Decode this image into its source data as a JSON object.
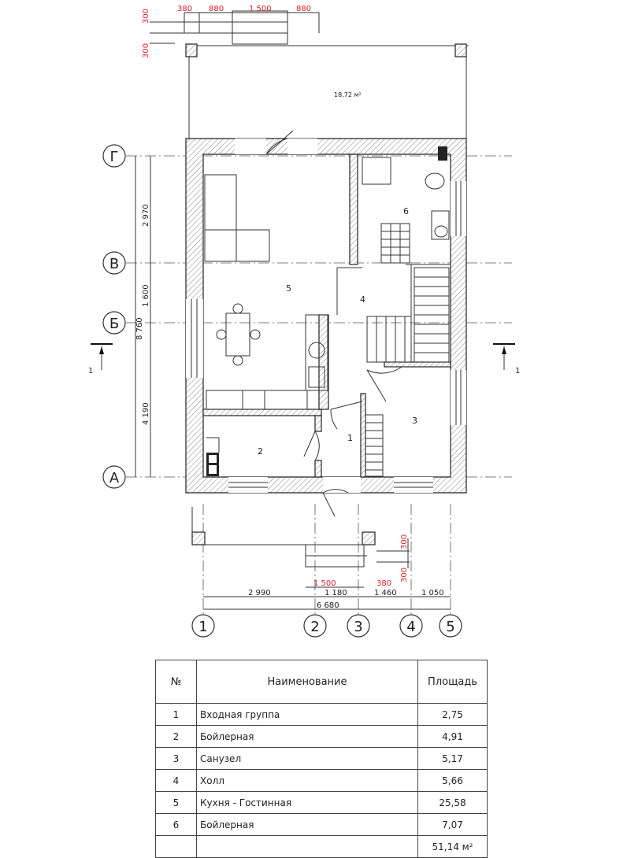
{
  "terrace": {
    "area": "18,72 м²"
  },
  "rooms": [
    {
      "num": "1"
    },
    {
      "num": "2"
    },
    {
      "num": "3"
    },
    {
      "num": "4"
    },
    {
      "num": "5"
    },
    {
      "num": "6"
    }
  ],
  "axes_letters": [
    "Г",
    "В",
    "Б",
    "А"
  ],
  "axes_numbers": [
    "1",
    "2",
    "3",
    "4",
    "5"
  ],
  "section_mark": "1",
  "dims": {
    "top_red": [
      "380",
      "880",
      "1 500",
      "880"
    ],
    "top_vertical_red": [
      "300",
      "300"
    ],
    "left_total": "8 760",
    "left_chain": [
      "2 970",
      "1 600",
      "4 190"
    ],
    "bottom_chain": [
      "2 990",
      "1 180",
      "1 460",
      "1 050"
    ],
    "bottom_total": "6 680",
    "bottom_red": [
      "1 500",
      "380"
    ],
    "bottom_vertical_red": [
      "300",
      "300"
    ]
  },
  "table": {
    "headers": [
      "№",
      "Наименование",
      "Площадь"
    ],
    "rows": [
      [
        "1",
        "Входная группа",
        "2,75"
      ],
      [
        "2",
        "Бойлерная",
        "4,91"
      ],
      [
        "3",
        "Санузел",
        "5,17"
      ],
      [
        "4",
        "Холл",
        "5,66"
      ],
      [
        "5",
        "Кухня - Гостинная",
        "25,58"
      ],
      [
        "6",
        "Бойлерная",
        "7,07"
      ]
    ],
    "total": "51,14 м²"
  }
}
